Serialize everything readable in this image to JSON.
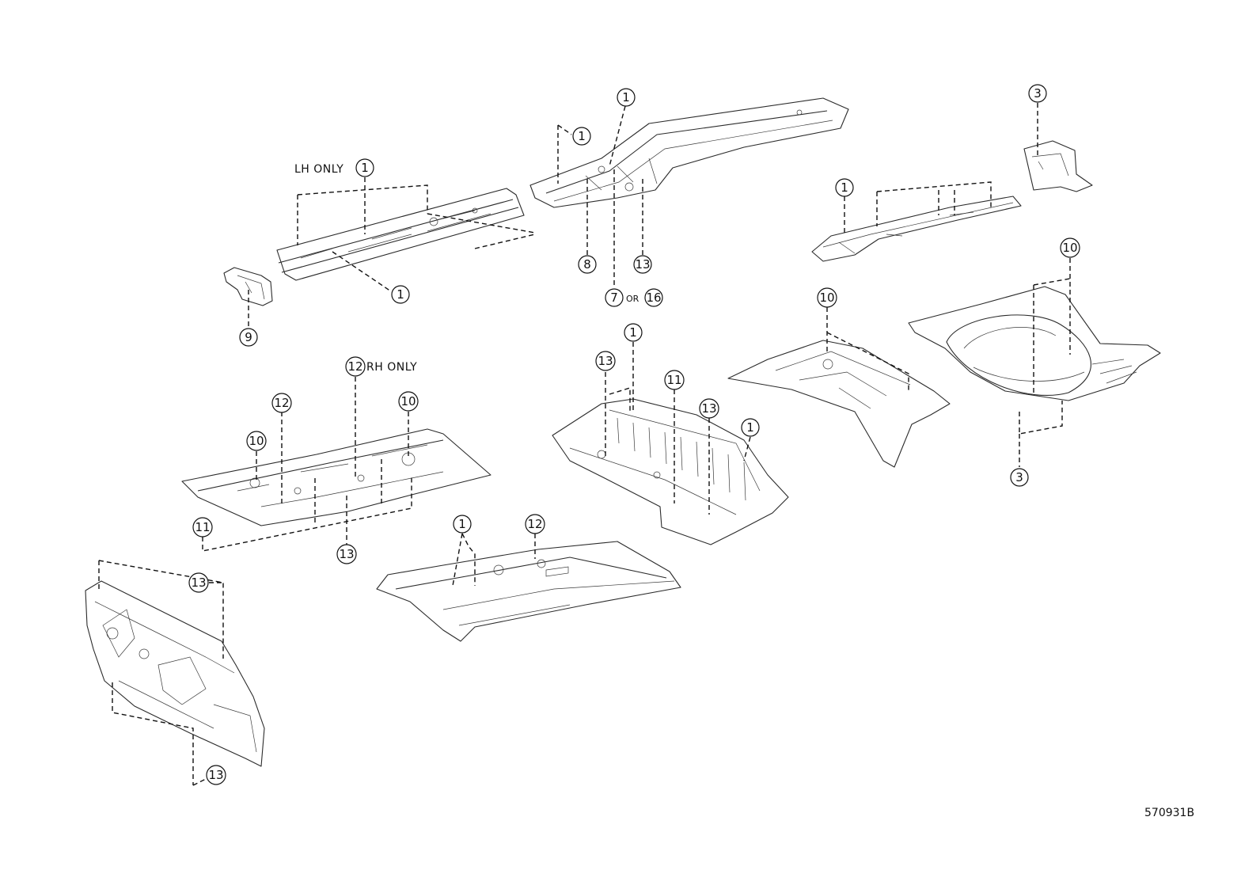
{
  "diagram": {
    "notes": {
      "lh_only": "LH ONLY",
      "rh_only": "RH ONLY",
      "or_word": "OR"
    },
    "code": "570931B",
    "callouts": {
      "c1a": "1",
      "c1b": "1",
      "c1c": "1",
      "c1d": "1",
      "c1e": "1",
      "c1f": "1",
      "c1g": "1",
      "c1h": "1",
      "c3a": "3",
      "c3b": "3",
      "c7": "7",
      "c8": "8",
      "c9": "9",
      "c10a": "10",
      "c10b": "10",
      "c10c": "10",
      "c10d": "10",
      "c11a": "11",
      "c11b": "11",
      "c12a": "12",
      "c12b": "12",
      "c12c": "12",
      "c13a": "13",
      "c13b": "13",
      "c13c": "13",
      "c13d": "13",
      "c13e": "13",
      "c13f": "13",
      "c16": "16"
    }
  }
}
